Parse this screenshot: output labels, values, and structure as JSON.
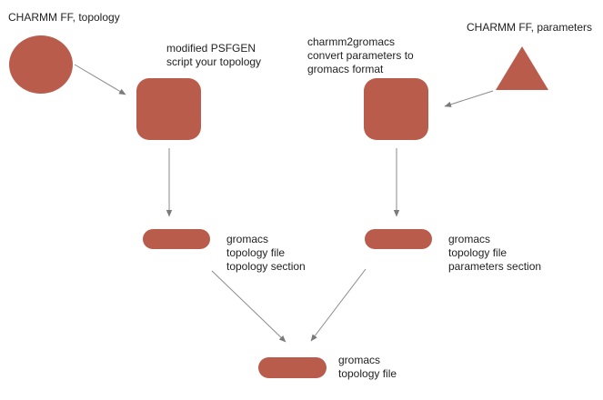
{
  "colors": {
    "shape_fill": "#b95c4c",
    "edge": "#8a8a8a",
    "text": "#222222"
  },
  "nodes": {
    "topology_input": {
      "shape": "ellipse",
      "label": "CHARMM FF, topology"
    },
    "parameters_input": {
      "shape": "triangle",
      "label": "CHARMM FF, parameters"
    },
    "psfgen_process": {
      "shape": "rounded-square",
      "label": "modified PSFGEN\nscript your topology"
    },
    "charmm2gromacs_process": {
      "shape": "rounded-square",
      "label": "charmm2gromacs\nconvert parameters to\ngromacs format"
    },
    "topology_section_output": {
      "shape": "pill",
      "label": "gromacs\ntopology file\ntopology section"
    },
    "parameters_section_output": {
      "shape": "pill",
      "label": "gromacs\ntopology file\nparameters section"
    },
    "final_output": {
      "shape": "pill",
      "label": "gromacs\ntopology file"
    }
  }
}
